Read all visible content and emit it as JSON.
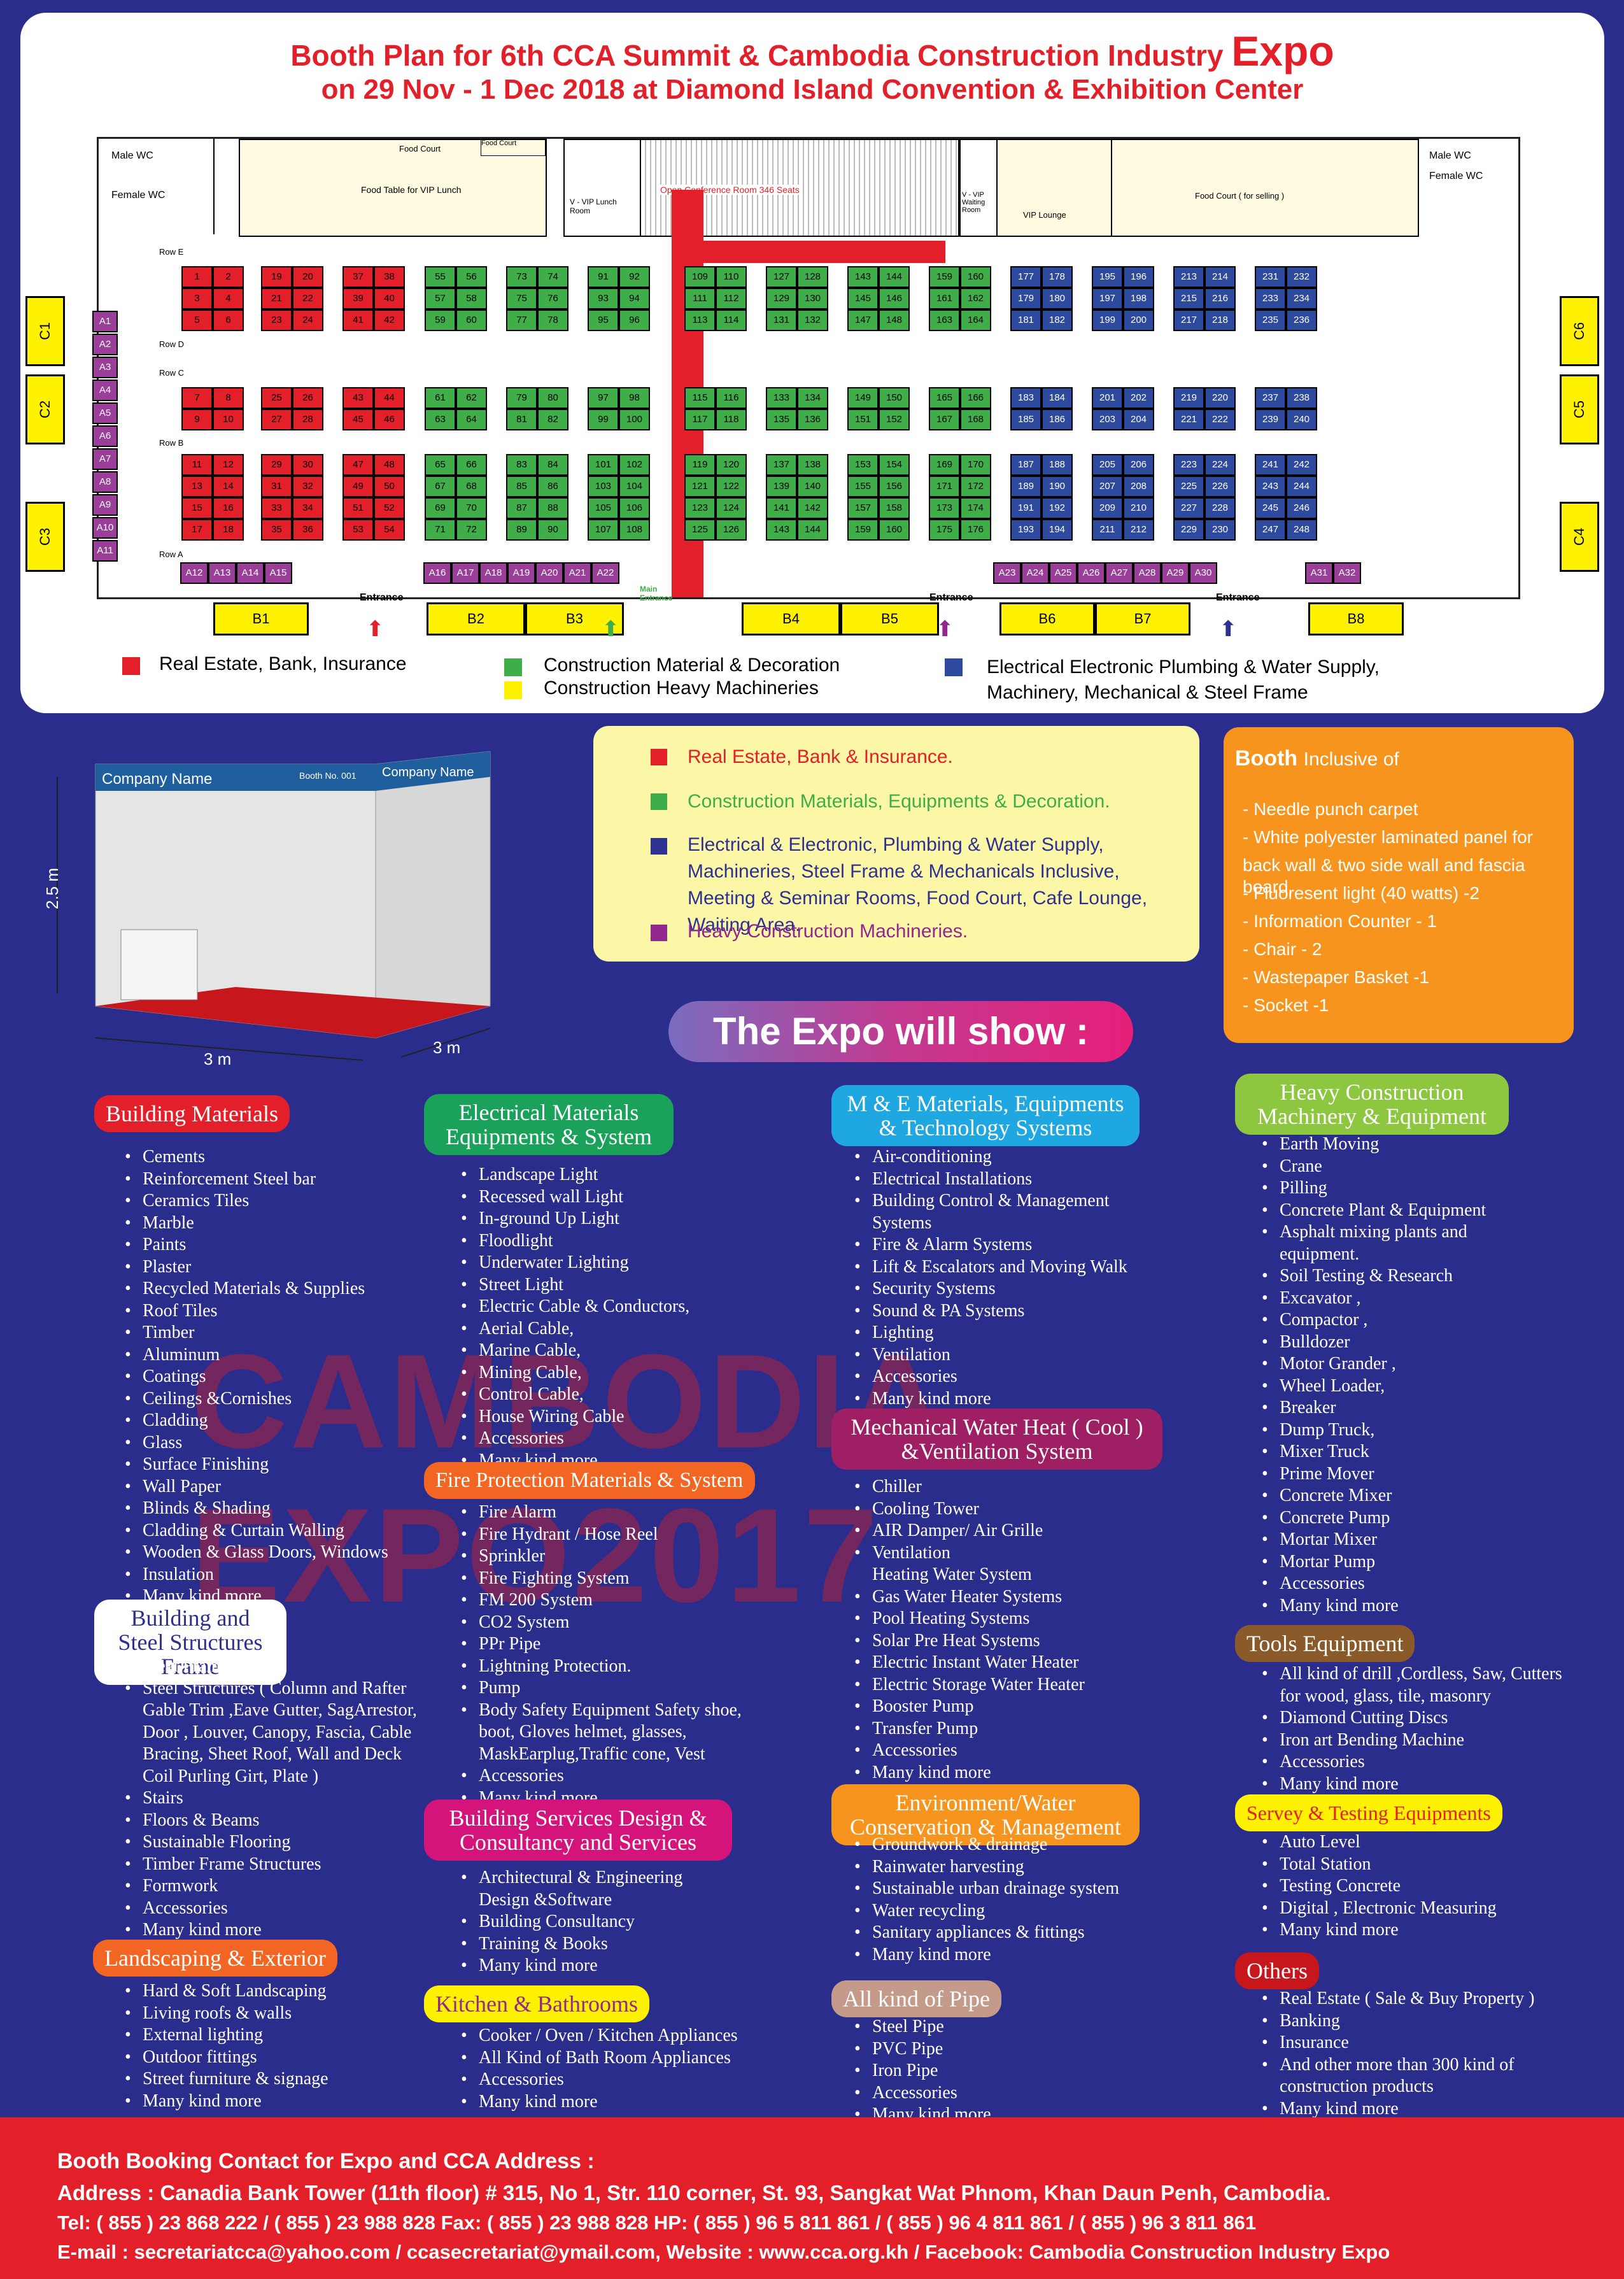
{
  "header": {
    "title_line1": "Booth Plan for 6th CCA Summit & Cambodia Construction Industry",
    "title_expo": "Expo",
    "title_line2": "on 29 Nov - 1 Dec 2018 at Diamond Island Convention & Exhibition Center"
  },
  "floorplan": {
    "labels": {
      "male_wc": "Male WC",
      "female_wc": "Female WC",
      "food_court": "Food Court",
      "food_court2": "Food Court",
      "food_table": "Food Table for VIP Lunch",
      "vvip_lunch": "V - VIP Lunch Room",
      "open_conf": "Open Conference Room 346 Seats",
      "vvip_waiting": "V - VIP Waiting Room",
      "vip_lounge": "VIP Lounge",
      "food_court_selling": "Food Court ( for selling )",
      "main_entrance": "Main Entrance",
      "entrance": "Entrance",
      "row_e": "Row E",
      "row_d": "Row D",
      "row_c": "Row C",
      "row_b": "Row B",
      "row_a": "Row A"
    },
    "big_booths": [
      "B1",
      "B2",
      "B3",
      "B4",
      "B5",
      "B6",
      "B7",
      "B8"
    ],
    "side_booths": [
      "C1",
      "C2",
      "C3",
      "C6",
      "C5",
      "C4"
    ],
    "a_left": [
      "A1",
      "A2",
      "A3",
      "A4",
      "A5",
      "A6",
      "A7",
      "A8",
      "A9",
      "A10",
      "A11"
    ],
    "a_bottom": [
      "A12",
      "A13",
      "A14",
      "A15",
      "A16",
      "A17",
      "A18",
      "A19",
      "A20",
      "A21",
      "A22",
      "A23",
      "A24",
      "A25",
      "A26",
      "A27",
      "A28",
      "A29",
      "A30",
      "A31",
      "A32"
    ]
  },
  "legend": {
    "red": "Real Estate, Bank, Insurance",
    "green": "Construction Material & Decoration",
    "yellow": "Construction Heavy Machineries",
    "blue": "Electrical Electronic Plumbing & Water Supply, Machinery, Mechanical & Steel Frame"
  },
  "booth_image": {
    "company_name": "Company Name",
    "booth_no": "Booth No. 001",
    "height": "2.5 m",
    "width": "3 m",
    "depth": "3 m"
  },
  "categories": [
    {
      "color": "#e3202a",
      "text": "Real Estate, Bank & Insurance."
    },
    {
      "color": "#3fae49",
      "text": "Construction Materials, Equipments & Decoration."
    },
    {
      "color": "#2e3192",
      "text": "Electrical & Electronic, Plumbing & Water Supply, Machineries, Steel Frame & Mechanicals Inclusive, Meeting & Seminar Rooms, Food Court, Cafe Lounge, Waiting Area."
    },
    {
      "color": "#92278f",
      "text": "Heavy Construction Machineries."
    }
  ],
  "booth_inclusive": {
    "title": "Booth",
    "subtitle": "Inclusive of",
    "items": [
      "- Needle punch carpet",
      "- White polyester laminated panel for",
      "  back wall & two side wall and fascia board",
      "- Fluoresent light (40 watts) -2",
      "- Information Counter - 1",
      "-  Chair - 2",
      "- Wastepaper Basket -1",
      "- Socket -1"
    ]
  },
  "show_banner": "The Expo will show :",
  "watermark": "CAMBODIA EXPO2017",
  "columns": {
    "building_materials": {
      "title": "Building Materials",
      "items": [
        "Cements",
        "Reinforcement Steel bar",
        "Ceramics Tiles",
        "Marble",
        "Paints",
        "Plaster",
        "Recycled Materials & Supplies",
        "Roof Tiles",
        "Timber",
        "Aluminum",
        "Coatings",
        "Ceilings &Cornishes",
        "Cladding",
        "Glass",
        "Surface Finishing",
        "Wall Paper",
        "Blinds & Shading",
        "Cladding & Curtain Walling",
        "Wooden & Glass Doors, Windows",
        "Insulation",
        "Many kind more"
      ]
    },
    "steel_frame": {
      "title": "Building  and Steel Structures Frame",
      "items": [
        "Steel Frame",
        "Steel Structures ( Column and Rafter\nGable Trim ,Eave Gutter, SagArrestor,\nDoor , Louver, Canopy, Fascia, Cable\nBracing, Sheet Roof, Wall and Deck\nCoil Purling Girt, Plate )",
        "Stairs",
        "Floors & Beams",
        "Sustainable Flooring",
        "Timber Frame Structures",
        "Formwork",
        "Accessories",
        "Many kind more"
      ]
    },
    "landscaping": {
      "title": "Landscaping & Exterior",
      "items": [
        "Hard & Soft Landscaping",
        "Living roofs & walls",
        "External lighting",
        "Outdoor fittings",
        "Street furniture & signage",
        "Many kind more"
      ]
    },
    "electrical": {
      "title": "Electrical Materials Equipments & System",
      "items": [
        "Landscape Light",
        "Recessed wall Light",
        "In-ground Up Light",
        "Floodlight",
        "Underwater Lighting",
        "Street Light",
        "Electric Cable & Conductors,",
        "Aerial Cable,",
        "Marine Cable,",
        "Mining Cable,",
        "Control Cable,",
        "House Wiring Cable",
        "Accessories",
        "Many kind more"
      ]
    },
    "fire": {
      "title": "Fire Protection Materials & System",
      "items": [
        "Fire Alarm",
        "Fire Hydrant / Hose Reel",
        "Sprinkler",
        "Fire Fighting System",
        "FM 200 System",
        "CO2 System",
        "PPr Pipe",
        "Lightning Protection.",
        "Pump",
        "Body Safety Equipment Safety shoe,\nboot, Gloves helmet, glasses,\nMaskEarplug,Traffic cone, Vest",
        "Accessories",
        "Many kind more"
      ]
    },
    "building_services": {
      "title": "Building Services Design & Consultancy and Services",
      "items": [
        "Architectural & Engineering\nDesign &Software",
        "Building Consultancy",
        "Training & Books",
        "Many kind more"
      ]
    },
    "kitchen": {
      "title": "Kitchen & Bathrooms",
      "items": [
        "Cooker / Oven / Kitchen Appliances",
        "All Kind of Bath Room Appliances",
        "Accessories",
        "Many kind more"
      ]
    },
    "me_materials": {
      "title": "M & E Materials, Equipments & Technology Systems",
      "items": [
        "Air-conditioning",
        "Electrical Installations",
        "Building Control & Management\nSystems",
        "Fire & Alarm Systems",
        "Lift & Escalators and Moving Walk",
        "Security Systems",
        "Sound & PA Systems",
        "Lighting",
        "Ventilation",
        "Accessories",
        "Many kind more"
      ]
    },
    "mechanical_water": {
      "title": "Mechanical Water Heat ( Cool ) &Ventilation System",
      "items": [
        "Chiller",
        "Cooling Tower",
        "AIR Damper/ Air Grille",
        "Ventilation\nHeating Water System",
        "Gas Water Heater Systems",
        "Pool Heating Systems",
        "Solar Pre Heat Systems",
        "Electric Instant Water Heater",
        "Electric Storage Water Heater",
        "Booster Pump",
        "Transfer Pump",
        "Accessories",
        "Many kind more"
      ]
    },
    "environment": {
      "title": "Environment/Water Conservation & Management",
      "items": [
        "Groundwork & drainage",
        "Rainwater harvesting",
        "Sustainable urban drainage system",
        "Water recycling",
        "Sanitary appliances & fittings",
        "Many kind more"
      ]
    },
    "pipe": {
      "title": "All kind of Pipe",
      "items": [
        "Steel Pipe",
        "PVC Pipe",
        "Iron Pipe",
        "Accessories",
        "Many kind more"
      ]
    },
    "heavy": {
      "title": "Heavy Construction Machinery & Equipment",
      "items": [
        "Earth Moving",
        "Crane",
        "Pilling",
        "Concrete Plant & Equipment",
        "Asphalt mixing plants and\nequipment.",
        "Soil Testing & Research",
        "Excavator ,",
        "Compactor ,",
        "Bulldozer",
        "Motor Grander ,",
        "Wheel Loader,",
        "Breaker",
        "Dump Truck,",
        "Mixer Truck",
        "Prime Mover",
        "Concrete Mixer",
        "Concrete Pump",
        "Mortar Mixer",
        "Mortar Pump",
        "Accessories",
        "Many kind more"
      ]
    },
    "tools": {
      "title": "Tools Equipment",
      "items": [
        "All kind of drill ,Cordless, Saw,  Cutters\nfor wood, glass, tile, masonry",
        "Diamond Cutting Discs",
        "Iron art Bending Machine",
        "Accessories",
        "Many kind more"
      ]
    },
    "survey": {
      "title": "Servey & Testing Equipments",
      "items": [
        "Auto Level",
        "Total Station",
        "Testing Concrete",
        "Digital , Electronic Measuring",
        "Many kind more"
      ]
    },
    "others": {
      "title": "Others",
      "items": [
        "Real Estate ( Sale & Buy Property  )",
        "Banking",
        "Insurance",
        "And other  more than 300 kind of\n construction products",
        "Many kind more"
      ]
    }
  },
  "footer": {
    "line1": "Booth Booking Contact for Expo and CCA Address :",
    "line2": "Address : Canadia Bank Tower (11th floor) # 315, No 1, Str. 110 corner, St. 93, Sangkat Wat Phnom, Khan Daun Penh, Cambodia.",
    "line3": "Tel: ( 855 ) 23 868 222 / ( 855 ) 23 988 828  Fax: ( 855 ) 23 988 828     HP: ( 855 ) 96 5 811 861 / ( 855 ) 96 4 811 861 / ( 855 ) 96 3 811 861",
    "line4": "E-mail : secretariatcca@yahoo.com / ccasecretariat@ymail.com, Website : www.cca.org.kh / Facebook: Cambodia Construction Industry Expo"
  }
}
